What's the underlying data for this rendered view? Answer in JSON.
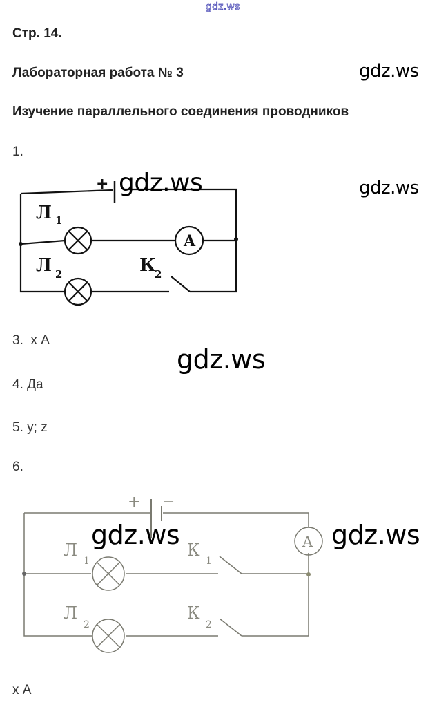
{
  "watermark": "gdz.ws",
  "page_ref": "Стр. 14.",
  "lab_title": "Лабораторная работа № 3",
  "lab_subtitle": "Изучение параллельного соединения проводников",
  "items": [
    {
      "number": "1.",
      "answer": ""
    },
    {
      "number": "3.",
      "answer": "x А"
    },
    {
      "number": "4.",
      "answer": "Да"
    },
    {
      "number": "5.",
      "answer": "y; z"
    },
    {
      "number": "6.",
      "answer": ""
    }
  ],
  "final_answer": "x А",
  "circuit1": {
    "battery_plus": "+",
    "lamp1": {
      "label": "Л",
      "sub": "1"
    },
    "lamp2": {
      "label": "Л",
      "sub": "2"
    },
    "ammeter": "A",
    "switch2": {
      "label": "К",
      "sub": "2"
    }
  },
  "circuit2": {
    "battery_plus": "+",
    "battery_minus": "−",
    "lamp1": {
      "label": "Л",
      "sub": "1"
    },
    "lamp2": {
      "label": "Л",
      "sub": "2"
    },
    "ammeter": "A",
    "switch1": {
      "label": "К",
      "sub": "1"
    },
    "switch2": {
      "label": "К",
      "sub": "2"
    }
  }
}
